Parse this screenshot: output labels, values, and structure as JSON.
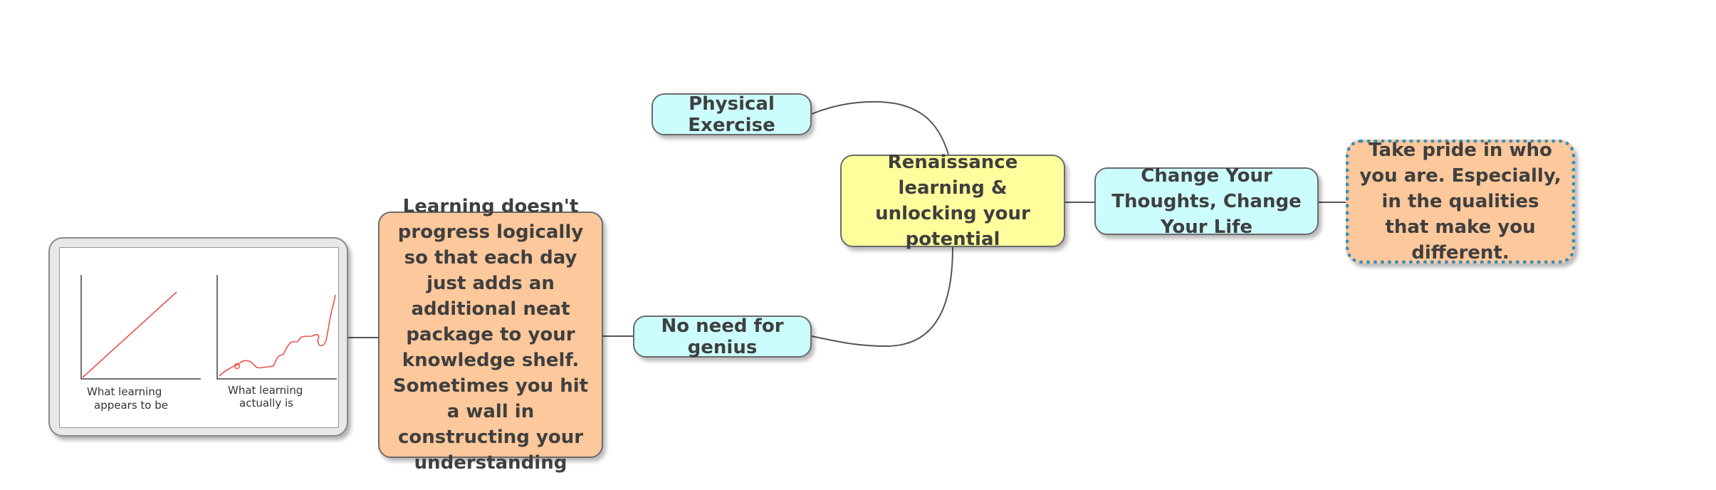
{
  "central": {
    "text": "Renaissance learning & unlocking your potential"
  },
  "branches": {
    "physical_exercise": "Physical Exercise",
    "no_need_for_genius": "No need for genius",
    "change_thoughts": "Change Your Thoughts, Change Your Life"
  },
  "notes": {
    "take_pride": "Take pride in who you are. Especially, in the qualities that make you different.",
    "learning": "Learning doesn't progress logically so that each day just adds an additional neat package to your knowledge shelf. Sometimes you hit a wall in constructing your understanding"
  },
  "sketch": {
    "left_caption_line1": "What learning",
    "left_caption_line2": "appears to be",
    "right_caption_line1": "What learning",
    "right_caption_line2": "actually is"
  },
  "colors": {
    "central": "#feff9c",
    "branch": "#ccfdfd",
    "note": "#fdc89b",
    "connector": "#555555",
    "sketch_line": "#e8534f",
    "pride_border": "#2f8fbf"
  }
}
